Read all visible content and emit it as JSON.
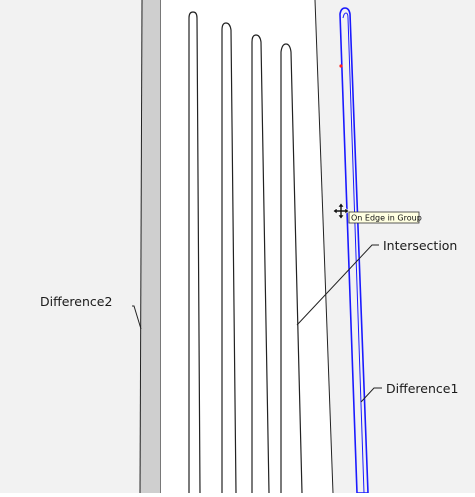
{
  "viewport": {
    "background_color": "#f2f2f2",
    "model_face_color": "#ffffff",
    "side_face_color": "#cfcfcf",
    "edge_color": "#222222",
    "selection_color": "#1a1aff",
    "inference_point_color": "#ff2020"
  },
  "tooltip": {
    "text": "On Edge in Group",
    "background_color": "#ffffe1"
  },
  "cursor": {
    "icon": "move-cursor-icon"
  },
  "callouts": {
    "intersection": "Intersection",
    "difference1": "Difference1",
    "difference2": "Difference2"
  }
}
